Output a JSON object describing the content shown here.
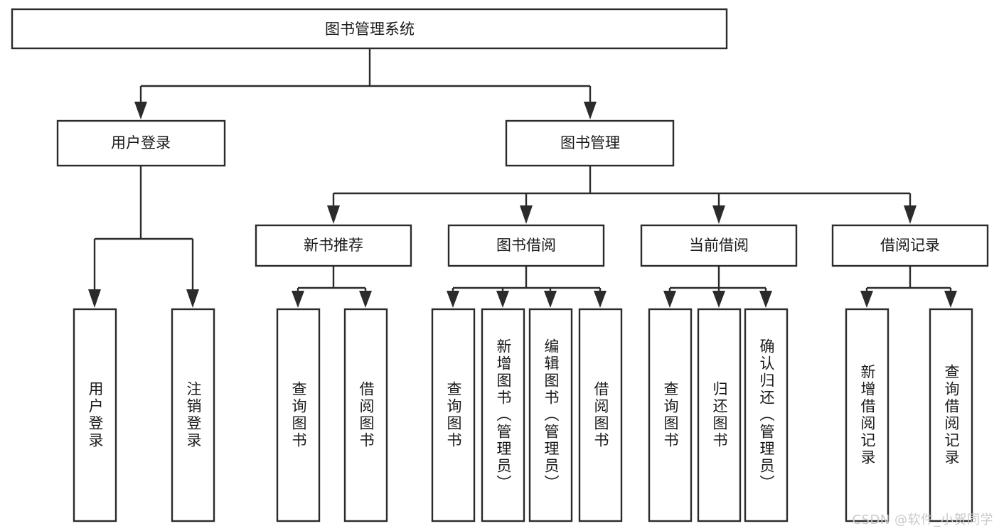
{
  "diagram": {
    "type": "tree",
    "title": "图书管理系统",
    "orientation": "top-down",
    "background_color": "#ffffff",
    "line_color": "#2b2b2b",
    "text_color": "#1a1a1a",
    "nodes": {
      "root": {
        "label": "图书管理系统"
      },
      "level2": [
        {
          "id": "user-login",
          "label": "用户登录"
        },
        {
          "id": "book-manage",
          "label": "图书管理"
        }
      ],
      "level3": [
        {
          "id": "new-book-recommend",
          "label": "新书推荐"
        },
        {
          "id": "book-borrow",
          "label": "图书借阅"
        },
        {
          "id": "current-borrow",
          "label": "当前借阅"
        },
        {
          "id": "borrow-record",
          "label": "借阅记录"
        }
      ],
      "leaves": {
        "user_login": [
          {
            "id": "leaf-user-login",
            "label": "用户登录"
          },
          {
            "id": "leaf-logout",
            "label": "注销登录"
          }
        ],
        "new_book_recommend": [
          {
            "id": "leaf-query-book-1",
            "label": "查询图书"
          },
          {
            "id": "leaf-borrow-book-1",
            "label": "借阅图书"
          }
        ],
        "book_borrow": [
          {
            "id": "leaf-query-book-2",
            "label": "查询图书"
          },
          {
            "id": "leaf-add-book",
            "label": "新增图书（管理员）"
          },
          {
            "id": "leaf-edit-book",
            "label": "编辑图书（管理员）"
          },
          {
            "id": "leaf-borrow-book-2",
            "label": "借阅图书"
          }
        ],
        "current_borrow": [
          {
            "id": "leaf-query-book-3",
            "label": "查询图书"
          },
          {
            "id": "leaf-return-book",
            "label": "归还图书"
          },
          {
            "id": "leaf-confirm-return",
            "label": "确认归还（管理员）"
          }
        ],
        "borrow_record": [
          {
            "id": "leaf-add-record",
            "label": "新增借阅记录"
          },
          {
            "id": "leaf-query-record",
            "label": "查询借阅记录"
          }
        ]
      }
    }
  },
  "watermark": {
    "text": "CSDN @软件_小贺同学",
    "color": "#c9c9c9"
  }
}
